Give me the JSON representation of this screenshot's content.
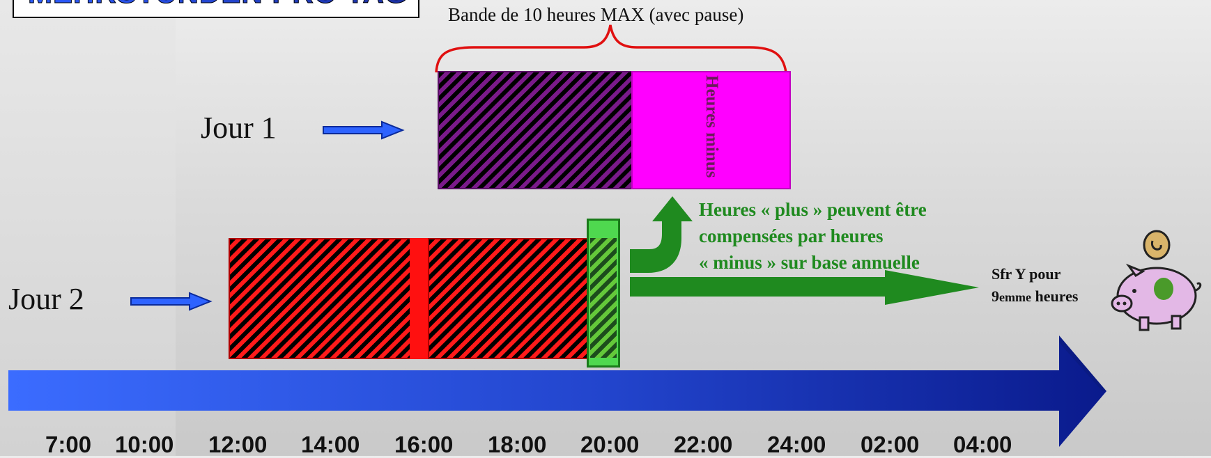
{
  "title": "MEHRSTUNDEN PRO TAG",
  "brace_label": "Bande de 10 heures MAX (avec pause)",
  "jour1_label": "Jour 1",
  "jour2_label": "Jour 2",
  "heures_minus_label": "Heures minus",
  "green_note": [
    "Heures « plus » peuvent être",
    "compensées par  heures",
    "« minus » sur base annuelle"
  ],
  "sfr_note": {
    "line1": "Sfr Y pour",
    "line2_prefix": "9",
    "line2_small": "emme",
    "line2_suffix": " heures"
  },
  "timeline_ticks": [
    "7:00",
    "10:00",
    "12:00",
    "14:00",
    "16:00",
    "18:00",
    "20:00",
    "22:00",
    "24:00",
    "02:00",
    "04:00"
  ],
  "colors": {
    "timeline_start": "#3b6cff",
    "timeline_end": "#0a1a8c",
    "jour1_hatch": "#7a1a8a",
    "heures_minus_fill": "#ff00ff",
    "jour2_hatch": "#ff1a1a",
    "green": "#1f8a1f",
    "arrow_blue": "#2e63ff",
    "brace_red": "#e01010"
  },
  "icons": {
    "jour_arrow": "right-arrow-icon",
    "piggy": "piggy-bank-icon"
  }
}
